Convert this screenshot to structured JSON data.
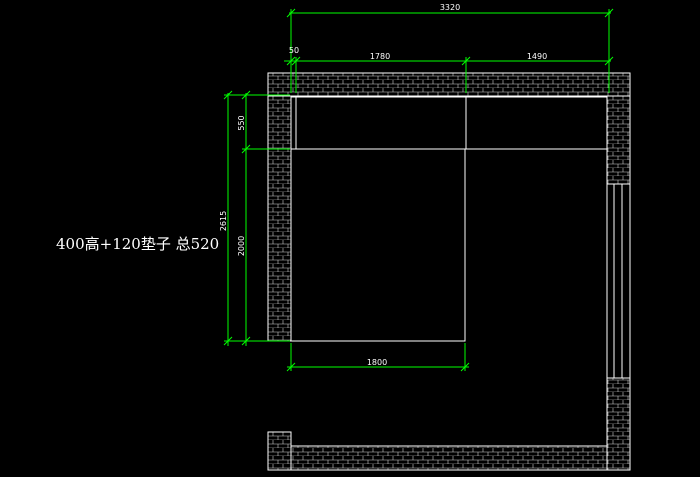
{
  "colors": {
    "background": "#000000",
    "wall": "#ffffff",
    "dimension": "#00ff00",
    "text": "#ffffff"
  },
  "note": "400高+120垫子  总520",
  "dimensions": {
    "total_width": "3320",
    "wall_offset": "50",
    "left_cabinet": "1780",
    "right_cabinet": "1490",
    "cabinet_depth": "550",
    "bed_length": "2000",
    "overall_depth": "2615",
    "bed_width": "1800"
  }
}
